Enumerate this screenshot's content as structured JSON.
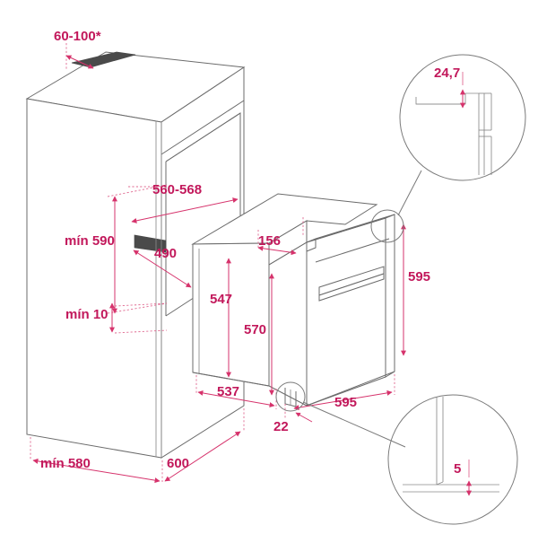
{
  "document": {
    "title": "Oven installation dimension drawing",
    "type": "technical-line-drawing",
    "units": "mm",
    "accent_color": "#c2185b",
    "line_color": "#6b6b6b",
    "shade_color": "#4a4a4a"
  },
  "dimensions": {
    "gap_top": "60-100*",
    "niche_width": "560-568",
    "niche_height_min": "mín 590",
    "shelf_depth": "490",
    "bottom_gap_min": "mín 10",
    "cabinet_depth_min": "mín 580",
    "cabinet_width": "600",
    "oven_body_height": "547",
    "oven_recess_top": "156",
    "oven_body_depth_front": "570",
    "oven_body_depth": "537",
    "oven_front_height": "595",
    "oven_front_width": "595",
    "foot_offset": "22",
    "detail_top_value": "24,7",
    "detail_bottom_value": "5"
  },
  "labels": {
    "gap_top": "60-100*",
    "niche_width": "560-568",
    "niche_height_min": "mín 590",
    "shelf_depth": "490",
    "bottom_gap_min": "mín 10",
    "cabinet_depth_min": "mín 580",
    "cabinet_width": "600",
    "oven_body_height": "547",
    "oven_recess_top": "156",
    "oven_body_depth_front": "570",
    "oven_body_depth": "537",
    "oven_front_height": "595",
    "oven_front_width": "595",
    "foot_offset": "22",
    "detail_top_value": "24,7",
    "detail_bottom_value": "5"
  },
  "details": {
    "top_right": {
      "name": "detail-top-right",
      "value": "24,7"
    },
    "bottom_right": {
      "name": "detail-bottom-right",
      "value": "5"
    }
  }
}
